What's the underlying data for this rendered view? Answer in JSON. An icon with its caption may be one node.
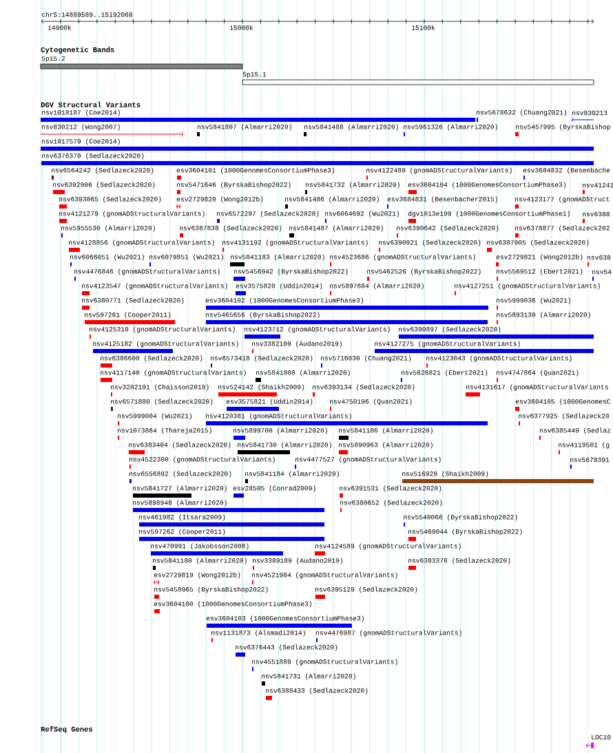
{
  "diagram": {
    "nodes": [
      {
        "text": [
          "5p15.2"
        ]
      },
      {
        "text": [
          "5p15.1"
        ]
      },
      {
        "text": [
          "nsv1018187 (Coe2014)"
        ]
      },
      {
        "text": [
          "nsv5678632 (Chuang2021)"
        ]
      },
      {
        "text": [
          "nsv830213"
        ]
      },
      {
        "text": [
          "nsv830212 (Wong2007)"
        ]
      },
      {
        "text": [
          "nsv5841807 (Almarri2020)"
        ]
      },
      {
        "text": [
          "nsv5841488 (Almarri2020)"
        ]
      },
      {
        "text": [
          "nsv5961326 (Almarri2020)"
        ]
      },
      {
        "text": [
          "nsv5457995 (ByrskaBishop"
        ]
      },
      {
        "text": [
          "nsv1017579 (Coe2014)"
        ]
      },
      {
        "text": [
          "nsv6376370 (Sedlazeck2020)"
        ]
      },
      {
        "text": [
          "nsv6564242 (Sedlazeck2020)"
        ]
      },
      {
        "text": [
          "esv3604101 (1000GenomesConsortiumPhase3)"
        ]
      },
      {
        "text": [
          "nsv4122489 (gnomADStructuralVariants)"
        ]
      },
      {
        "text": [
          "esv3684832 (Besenbache"
        ]
      },
      {
        "text": [
          "nsv6392906 (Sedlazeck2020)"
        ]
      },
      {
        "text": [
          "nsv5471646 (ByrskaBishop2022)"
        ]
      },
      {
        "text": [
          "nsv5841732 (Almarri2020)"
        ]
      },
      {
        "text": [
          "esv3604104 (1000GenomesConsortiumPhase3)"
        ]
      },
      {
        "text": [
          "nsv41241"
        ]
      },
      {
        "text": [
          "nsv6393065 (Sedlazeck2020)"
        ]
      },
      {
        "text": [
          "esv2729820 (Wong2012b)"
        ]
      },
      {
        "text": [
          "nsv5841486 (Almarri2020)"
        ]
      },
      {
        "text": [
          "esv3684831 (Besenbacher2015)"
        ]
      },
      {
        "text": [
          "nsv4123177 (gnomADStruct"
        ]
      },
      {
        "text": [
          "nsv4121279 (gnomADStructuralVariants)"
        ]
      },
      {
        "text": [
          "nsv6572297 (Sedlazeck2020)"
        ]
      },
      {
        "text": [
          "nsv6064692 (Wu2021)"
        ]
      },
      {
        "text": [
          "dgv1013e199 (1000GenomesConsortiumPhase1)"
        ]
      },
      {
        "text": [
          "nsv6388"
        ]
      },
      {
        "text": [
          "nsv5955530 (Almarri2020)"
        ]
      },
      {
        "text": [
          "nsv6387838 (Sedlazeck2020)"
        ]
      },
      {
        "text": [
          "nsv5841487 (Almarri2020)"
        ]
      },
      {
        "text": [
          "nsv6390642 (Sedlazeck2020)"
        ]
      },
      {
        "text": [
          "nsv6378877 (Sedlazeck202"
        ]
      },
      {
        "text": [
          "nsv4128856 (gnomADStructuralVariants)"
        ]
      },
      {
        "text": [
          "nsv4131192 (gnomADStructuralVariants)"
        ]
      },
      {
        "text": [
          "nsv6390921 (Sedlazeck2020)"
        ]
      },
      {
        "text": [
          "nsv6387905 (Sedlazeck2020)"
        ]
      },
      {
        "text": [
          "nsv6066051 (Wu2021)"
        ]
      },
      {
        "text": [
          "nsv6079851 (Wu2021)"
        ]
      },
      {
        "text": [
          "nsv5841183 (Almarri2020)"
        ]
      },
      {
        "text": [
          "nsv4523686 (gnomADStructuralVariants)"
        ]
      },
      {
        "text": [
          "esv2729821 (Wong2012b)"
        ]
      },
      {
        "text": [
          "nsv638"
        ]
      },
      {
        "text": [
          "nsv4476846 (gnomADStructuralVariants)"
        ]
      },
      {
        "text": [
          "nsv5456942 (ByrskaBishop2022)"
        ]
      },
      {
        "text": [
          "nsv5462526 (ByrskaBishop2022)"
        ]
      },
      {
        "text": [
          "nsv5569512 (Ebert2021)"
        ]
      },
      {
        "text": [
          "nsv54"
        ]
      },
      {
        "text": [
          "nsv4123547 (gnomADStructuralVariants)"
        ]
      },
      {
        "text": [
          "esv3575820 (Uddin2014)"
        ]
      },
      {
        "text": [
          "nsv5897684 (Almarri2020)"
        ]
      },
      {
        "text": [
          "nsv4127251 (gnomADStructuralVariants)"
        ]
      },
      {
        "text": [
          "nsv6380771 (Sedlazeck2020)"
        ]
      },
      {
        "text": [
          "esv3604102 (1000GenomesConsortiumPhase3)"
        ]
      },
      {
        "text": [
          "nsv5999036 (Wu2021)"
        ]
      },
      {
        "text": [
          "nsv597261 (Cooper2011)"
        ]
      },
      {
        "text": [
          "nsv5465656 (ByrskaBishop2022)"
        ]
      },
      {
        "text": [
          "nsv5893130 (Almarri2020)"
        ]
      },
      {
        "text": [
          "nsv4125310 (gnomADStructuralVariants)"
        ]
      },
      {
        "text": [
          "nsv4123712 (gnomADStructuralVariants)"
        ]
      },
      {
        "text": [
          "nsv6390897 (Sedlazeck2020)"
        ]
      },
      {
        "text": [
          "nsv4125182 (gnomADStructuralVariants)"
        ]
      },
      {
        "text": [
          "nsv3382109 (Audano2019)"
        ]
      },
      {
        "text": [
          "nsv4127275 (gnomADStructuralVariants)"
        ]
      },
      {
        "text": [
          "nsv6386600 (Sedlazeck2020)"
        ]
      },
      {
        "text": [
          "nsv6573418 (Sedlazeck2020)"
        ]
      },
      {
        "text": [
          "nsv5716030 (Chuang2021)"
        ]
      },
      {
        "text": [
          "nsv4123043 (gnomADStructuralVariants)"
        ]
      },
      {
        "text": [
          "nsv4117140 (gnomADStructuralVariants)"
        ]
      },
      {
        "text": [
          "nsv5841808 (Almarri2020)"
        ]
      },
      {
        "text": [
          "nsv5626821 (Ebert2021)"
        ]
      },
      {
        "text": [
          "nsv4747864 (Quan2021)"
        ]
      },
      {
        "text": [
          "nsv3202191 (Chaisson2019)"
        ]
      },
      {
        "text": [
          "nsv524142 (Shaikh2009)"
        ]
      },
      {
        "text": [
          "nsv6393134 (Sedlazeck2020)"
        ]
      },
      {
        "text": [
          "nsv4131617 (gnomADStructuralVariants"
        ]
      },
      {
        "text": [
          "nsv6571880 (Sedlazeck2020)"
        ]
      },
      {
        "text": [
          "esv3575821 (Uddin2014)"
        ]
      },
      {
        "text": [
          "nsv4750196 (Quan2021)"
        ]
      },
      {
        "text": [
          "esv3604105 (1000GenomesC"
        ]
      },
      {
        "text": [
          "nsv5999004 (Wu2021)"
        ]
      },
      {
        "text": [
          "nsv4120381 (gnomADStructuralVariants)"
        ]
      },
      {
        "text": [
          "nsv6377925 (Sedlazeck20"
        ]
      },
      {
        "text": [
          "nsv1073864 (Thareja2015)"
        ]
      },
      {
        "text": [
          "nsv5899700 (Almarri2020)"
        ]
      },
      {
        "text": [
          "nsv5841186 (Almarri2020)"
        ]
      },
      {
        "text": [
          "nsv6385449 (Sedlaz"
        ]
      },
      {
        "text": [
          "nsv6383404 (Sedlazeck2020)"
        ]
      },
      {
        "text": [
          "nsv5841730 (Almarri2020)"
        ]
      },
      {
        "text": [
          "nsv5890963 (Almarri2020)"
        ]
      },
      {
        "text": [
          "nsv4119501 (g"
        ]
      },
      {
        "text": [
          "nsv4522300 (gnomADStructuralVariants)"
        ]
      },
      {
        "text": [
          "nsv4477527 (gnomADStructuralVariants)"
        ]
      },
      {
        "text": [
          "nsv5678391"
        ]
      },
      {
        "text": [
          "nsv6556892 (Sedlazeck2020)"
        ]
      },
      {
        "text": [
          "nsv5841184 (Almarri2020)"
        ]
      },
      {
        "text": [
          "nsv516929 (Shaikh2009)"
        ]
      },
      {
        "text": [
          "nsv5841727 (Almarri2020)"
        ]
      },
      {
        "text": [
          "esv28505 (Conrad2009)"
        ]
      },
      {
        "text": [
          "nsv6391531 (Sedlazeck2020)"
        ]
      },
      {
        "text": [
          "nsv5898948 (Almarri2020)"
        ]
      },
      {
        "text": [
          "nsv6380652 (Sedlazeck2020)"
        ]
      },
      {
        "text": [
          "nsv461982 (Itsara2009)"
        ]
      },
      {
        "text": [
          "nsv5540066 (ByrskaBishop2022)"
        ]
      },
      {
        "text": [
          "nsv597262 (Cooper2011)"
        ]
      },
      {
        "text": [
          "nsv5469044 (ByrskaBishop2022)"
        ]
      },
      {
        "text": [
          "nsv470991 (Jakobsson2008)"
        ]
      },
      {
        "text": [
          "nsv4124589 (gnomADStructuralVariants)"
        ]
      },
      {
        "text": [
          "nsv5841180 (Almarri2020)"
        ]
      },
      {
        "text": [
          "nsv3389189 (Audano2019)"
        ]
      },
      {
        "text": [
          "nsv6383376 (Sedlazeck2020)"
        ]
      },
      {
        "text": [
          "esv2729819 (Wong2012b)"
        ]
      },
      {
        "text": [
          "nsv4521984 (gnomADStructuralVariants)"
        ]
      },
      {
        "text": [
          "nsv5458965 (ByrskaBishop2022)"
        ]
      },
      {
        "text": [
          "nsv6395129 (Sedlazeck2020)"
        ]
      },
      {
        "text": [
          "esv3604100 (1000GenomesConsortiumPhase3)"
        ]
      },
      {
        "text": [
          "esv3604103 (1000GenomesConsortiumPhase3)"
        ]
      },
      {
        "text": [
          "nsv1131873 (Alsmadi2014)"
        ]
      },
      {
        "text": [
          "nsv4476987 (gnomADStructuralVariants)"
        ]
      },
      {
        "text": [
          "nsv6376443 (Sedlazeck2020)"
        ]
      },
      {
        "text": [
          "nsv4551889 (gnomADStructuralVariants)"
        ]
      },
      {
        "text": [
          "nsv5841731 (Almarri2020)"
        ]
      },
      {
        "text": [
          "nsv6388433 (Sedlazeck2020)"
        ]
      },
      {
        "text": [
          "LOC10"
        ]
      }
    ],
    "labels": [
      "chr5:14889589..15192068",
      "14900k",
      "15000k",
      "15100k",
      "Cytogenetic Bands",
      "DGV Structural Variants",
      "RefSeq Genes"
    ]
  }
}
